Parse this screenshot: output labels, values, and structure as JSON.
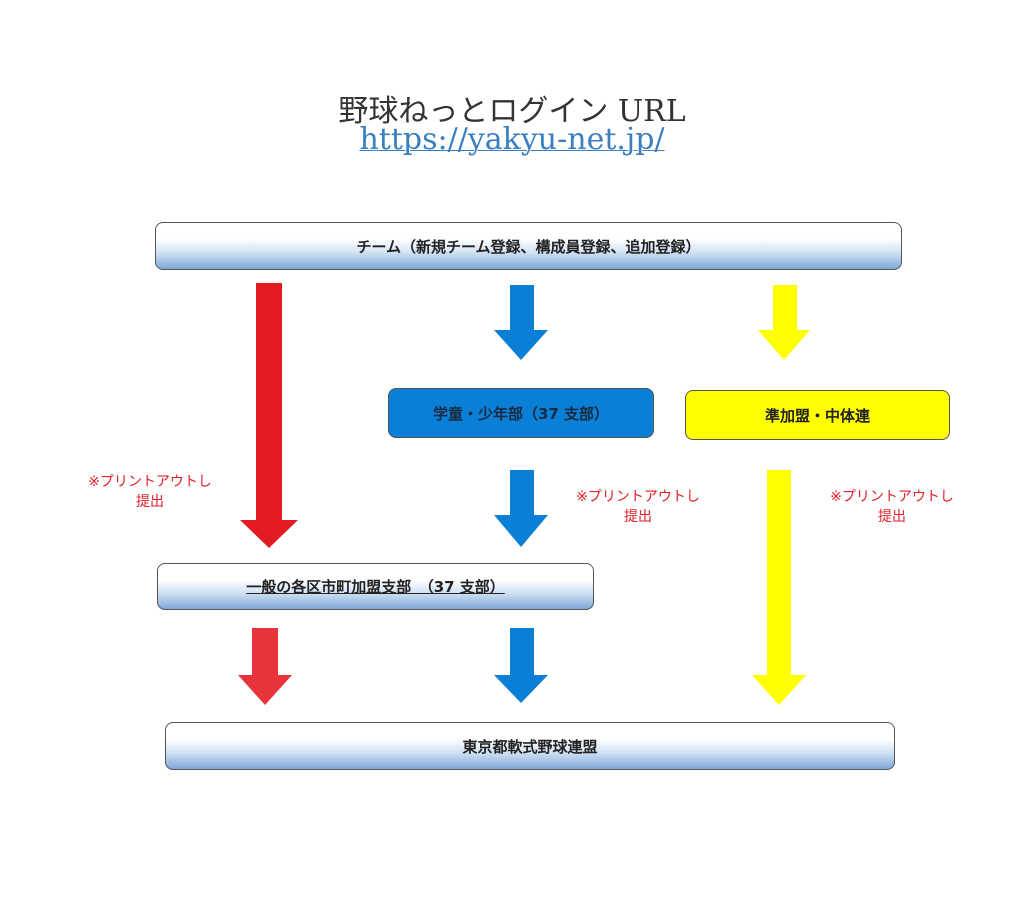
{
  "header": {
    "title": "野球ねっとログイン URL",
    "url": "https://yakyu-net.jp/"
  },
  "nodes": {
    "team": "チーム（新規チーム登録、構成員登録、追加登録）",
    "youth": "学童・少年部（37 支部）",
    "associate": "準加盟・中体連",
    "general": "一般の各区市町加盟支部　（37 支部）",
    "federation": "東京都軟式野球連盟"
  },
  "notes": {
    "line1": "※プリントアウトし",
    "line2": "提出"
  },
  "colors": {
    "red": "#e31b23",
    "blue": "#0a7fd6",
    "yellow": "#ffff00"
  }
}
